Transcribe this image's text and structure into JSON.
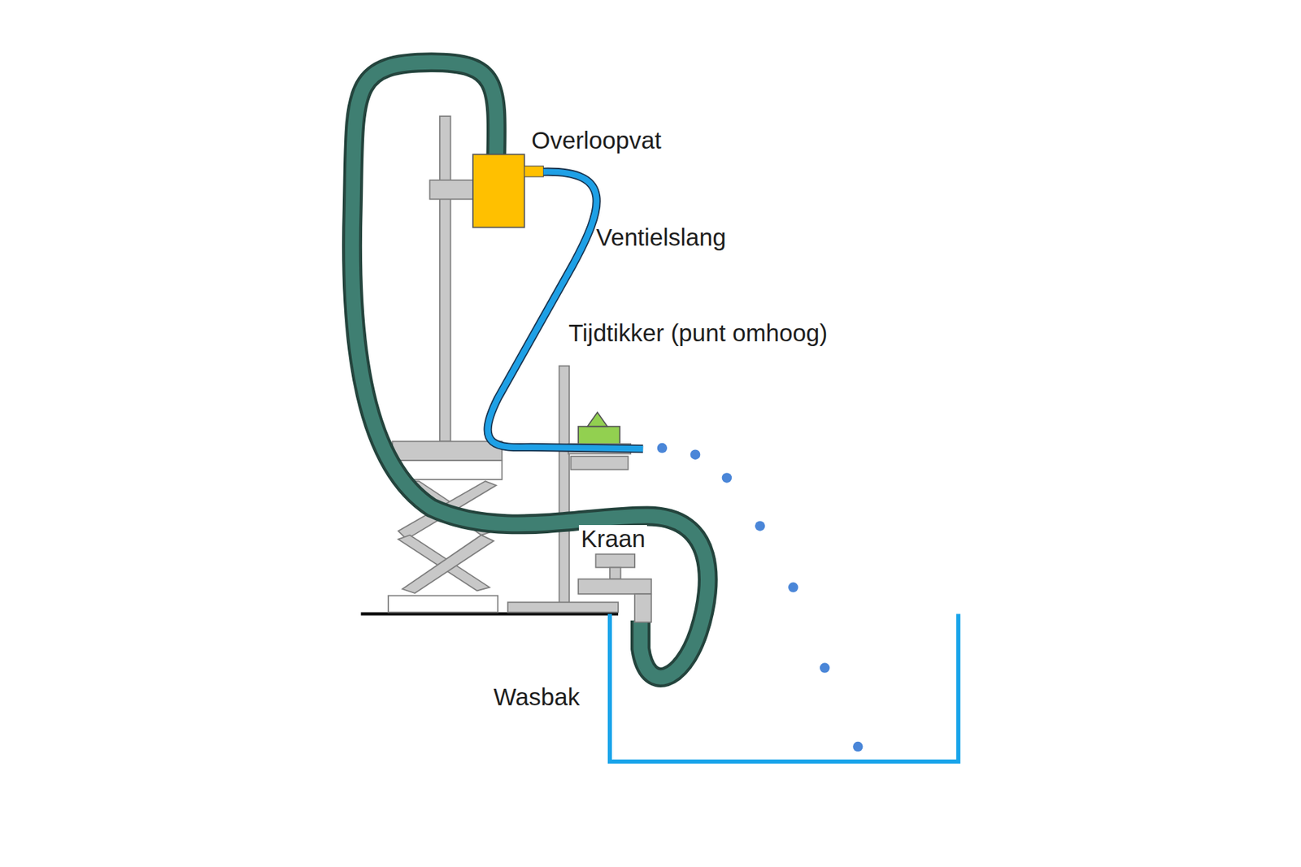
{
  "diagram": {
    "labels": [
      "Overloopvat",
      "Ventielslang",
      "Tijdtikker (punt omhoog)",
      "Kraan",
      "Wasbak"
    ]
  }
}
